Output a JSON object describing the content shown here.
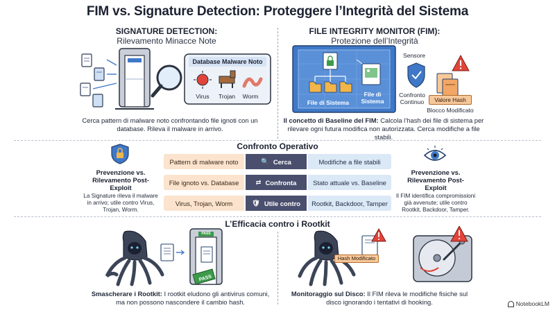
{
  "title": "FIM vs. Signature Detection: Proteggere l’Integrità del Sistema",
  "left_panel": {
    "heading": "SIGNATURE DETECTION:",
    "subheading": "Rilevamento Minacce Note",
    "database_label": "Database Malware Noto",
    "threats": [
      "Virus",
      "Trojan",
      "Worm"
    ],
    "caption": "Cerca pattern di malware noto confrontando file ignoti con un database. Rileva il malware in arrivo."
  },
  "right_panel": {
    "heading": "FILE INTEGRITY MONITOR (FIM):",
    "subheading": "Protezione dell’Integrità",
    "sensor_label": "Sensore",
    "files_label": "File di Sistema",
    "files_label2": "File di Sistema",
    "compare_label": "Confronto Continuo",
    "hash_label": "Valore Hash",
    "blocked_label": "Blocco Modificato",
    "caption_bold": "Il concetto di Baseline del FIM:",
    "caption_rest": " Calcola l’hash dei file di sistema per rilevare ogni futura modifica non autorizzata. Cerca modifiche a file stabili."
  },
  "comparison": {
    "heading": "Confronto Operativo",
    "rows": [
      {
        "left": "Pattern di malware noto",
        "mid": "Cerca",
        "right": "Modifiche a file stabili"
      },
      {
        "left": "File ignoto vs. Database",
        "mid": "Confronta",
        "right": "Stato attuale vs. Baseline"
      },
      {
        "left": "Virus, Trojan, Worm",
        "mid": "Utile contro",
        "right": "Rootkit, Backdoor, Tamper"
      }
    ],
    "left_side": {
      "heading": "Prevenzione vs. Rilevamento Post-Exploit",
      "text": "La Signature rileva il malware in arrivo; utile contro Virus, Trojan, Worm."
    },
    "right_side": {
      "heading": "Prevenzione vs. Rilevamento Post-Exploit",
      "text": "Il FIM identifica compromissioni già avvenute; utile contro Rootkit, Backdoor, Tamper."
    }
  },
  "rootkit": {
    "heading": "L’Efficacia contro i Rootkit",
    "gate_top": "PASS",
    "gate_ticket": "PASS",
    "hash_modified": "Hash Modificato",
    "left_caption_bold": "Smascherare i Rootkit:",
    "left_caption_rest": " I rootkit eludono gli antivirus comuni, ma non possono nascondere il cambio hash.",
    "right_caption_bold": "Monitoraggio sul Disco:",
    "right_caption_rest": " Il FIM rileva le modifiche fisiche sul disco ignorando i tentativi di hooking."
  },
  "brand": "NotebookLM",
  "colors": {
    "peach": "#fbe3cd",
    "slate": "#4a4f6e",
    "light_blue": "#dbe8f6",
    "blueprint": "#3f78c8",
    "alert_red": "#e0443a"
  }
}
